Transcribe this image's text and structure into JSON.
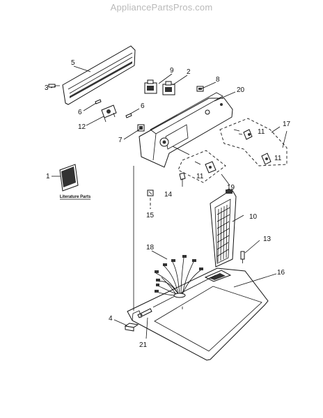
{
  "header": {
    "site_title": "AppliancePartsPros.com"
  },
  "diagram": {
    "literature_label": "Literature Parts",
    "callouts": {
      "c1": "1",
      "c2": "2",
      "c3": "3",
      "c4": "4",
      "c5": "5",
      "c6a": "6",
      "c6b": "6",
      "c7": "7",
      "c8": "8",
      "c9": "9",
      "c10": "10",
      "c11a": "11",
      "c11b": "11",
      "c11c": "11",
      "c12": "12",
      "c13": "13",
      "c14": "14",
      "c15": "15",
      "c16": "16",
      "c17": "17",
      "c18": "18",
      "c19": "19",
      "c20": "20",
      "c21": "21"
    }
  }
}
